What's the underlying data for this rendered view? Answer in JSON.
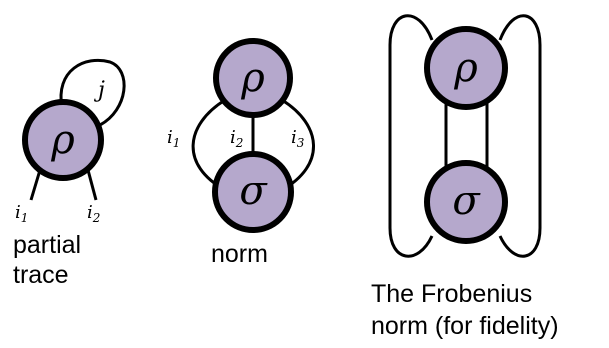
{
  "colors": {
    "node_fill": "#b5a8cc",
    "stroke": "#000000",
    "background": "#ffffff"
  },
  "partial_trace": {
    "node_symbol": "ρ",
    "loop_index": "j",
    "leg_left": {
      "base": "i",
      "sub": "1"
    },
    "leg_right": {
      "base": "i",
      "sub": "2"
    },
    "caption_line1": "partial",
    "caption_line2": "trace"
  },
  "norm": {
    "top_symbol": "ρ",
    "bottom_symbol": "σ",
    "wire_left": {
      "base": "i",
      "sub": "1"
    },
    "wire_mid": {
      "base": "i",
      "sub": "2"
    },
    "wire_right": {
      "base": "i",
      "sub": "3"
    },
    "caption": "norm"
  },
  "frobenius": {
    "top_symbol": "ρ",
    "bottom_symbol": "σ",
    "caption_line1": "The Frobenius",
    "caption_line2": "norm (for fidelity)"
  }
}
